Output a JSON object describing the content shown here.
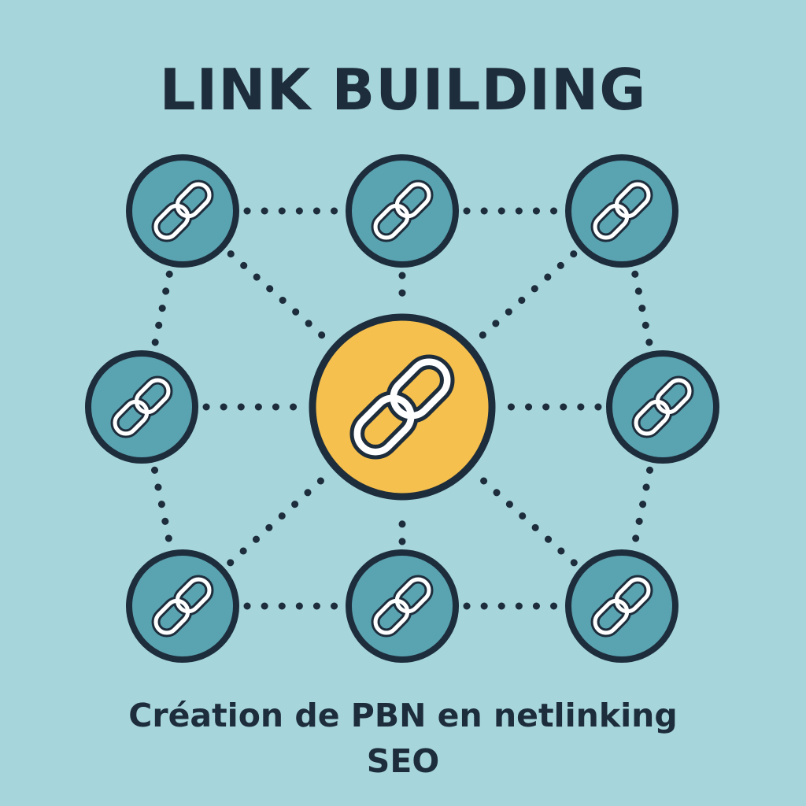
{
  "title": "LINK BUILDING",
  "subtitle": {
    "line1": "Création de PBN en netlinking",
    "line2": "SEO"
  },
  "colors": {
    "background": "#a6d6dc",
    "text": "#1e2d3c",
    "outline": "#1e2d3c",
    "node_fill": "#5aa3b1",
    "hub_fill": "#f5c04e",
    "hub_inner": "#d9a33a",
    "link_white": "#ffffff"
  },
  "icons": {
    "node": "chain-link-icon",
    "hub": "chain-link-icon"
  },
  "diagram": {
    "hub": {
      "id": "hub",
      "kind": "central-link-hub"
    },
    "nodes": [
      {
        "id": "n-top-left",
        "kind": "satellite-site"
      },
      {
        "id": "n-top-center",
        "kind": "satellite-site"
      },
      {
        "id": "n-top-right",
        "kind": "satellite-site"
      },
      {
        "id": "n-mid-left",
        "kind": "satellite-site"
      },
      {
        "id": "n-mid-right",
        "kind": "satellite-site"
      },
      {
        "id": "n-bottom-left",
        "kind": "satellite-site"
      },
      {
        "id": "n-bottom-center",
        "kind": "satellite-site"
      },
      {
        "id": "n-bottom-right",
        "kind": "satellite-site"
      }
    ],
    "edges": [
      [
        "n-top-left",
        "n-top-center"
      ],
      [
        "n-top-center",
        "n-top-right"
      ],
      [
        "n-bottom-left",
        "n-bottom-center"
      ],
      [
        "n-bottom-center",
        "n-bottom-right"
      ],
      [
        "n-top-left",
        "n-mid-left"
      ],
      [
        "n-mid-left",
        "n-bottom-left"
      ],
      [
        "n-top-right",
        "n-mid-right"
      ],
      [
        "n-mid-right",
        "n-bottom-right"
      ],
      [
        "n-top-left",
        "hub"
      ],
      [
        "n-top-center",
        "hub"
      ],
      [
        "n-top-right",
        "hub"
      ],
      [
        "n-mid-left",
        "hub"
      ],
      [
        "n-mid-right",
        "hub"
      ],
      [
        "n-bottom-left",
        "hub"
      ],
      [
        "n-bottom-center",
        "hub"
      ],
      [
        "n-bottom-right",
        "hub"
      ]
    ],
    "edge_style": "dotted"
  }
}
